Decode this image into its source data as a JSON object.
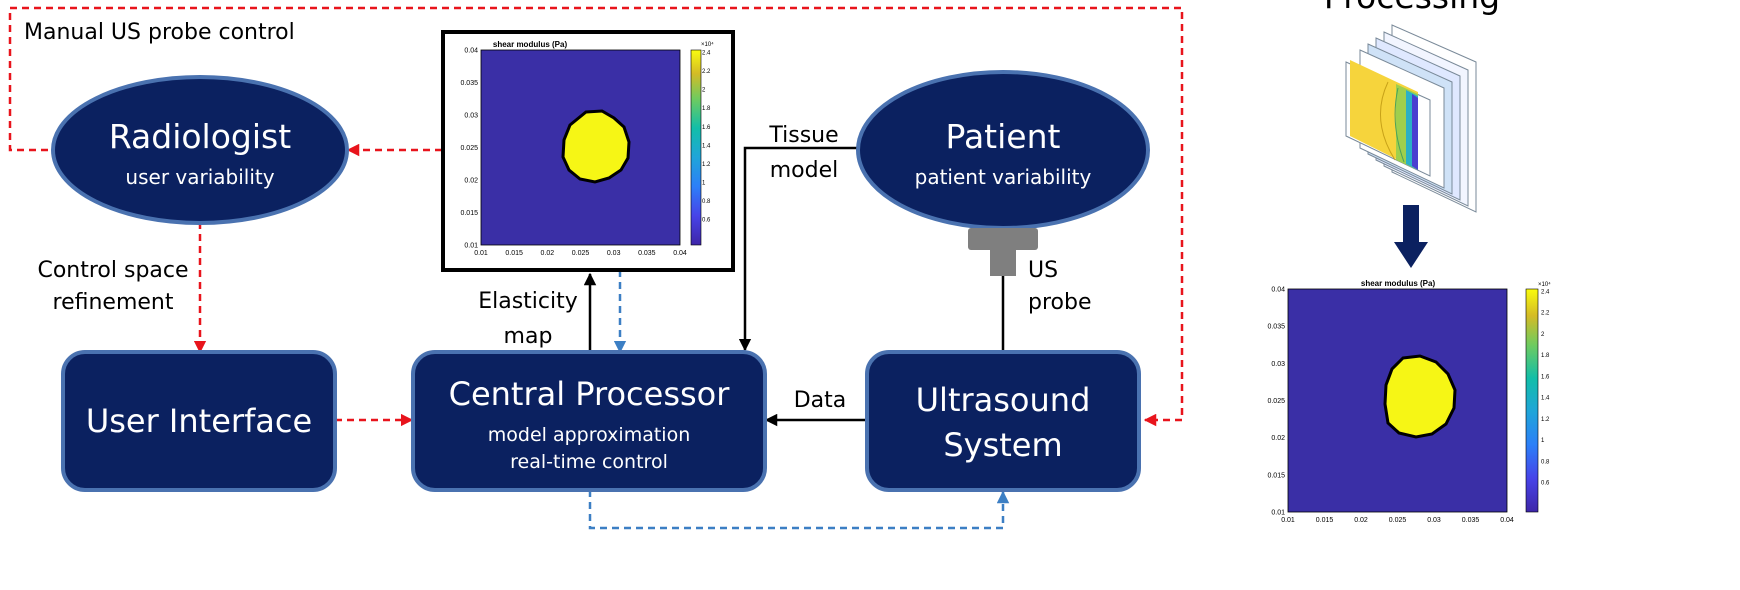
{
  "top_right_label": "Processing",
  "labels": {
    "manual_control": "Manual US probe control",
    "control_space_1": "Control space",
    "control_space_2": "refinement",
    "elasticity_1": "Elasticity",
    "elasticity_2": "map",
    "tissue_1": "Tissue",
    "tissue_2": "model",
    "data": "Data",
    "us_1": "US",
    "us_2": "probe"
  },
  "nodes": {
    "radiologist": {
      "title": "Radiologist",
      "subtitle": "user variability"
    },
    "patient": {
      "title": "Patient",
      "subtitle": "patient variability"
    },
    "user_interface": {
      "title": "User Interface"
    },
    "central_processor": {
      "title": "Central Processor",
      "line1": "model approximation",
      "line2": "real-time control"
    },
    "ultrasound": {
      "title_1": "Ultrasound",
      "title_2": "System"
    }
  },
  "colors": {
    "node_fill": "#0b2160",
    "node_stroke": "#4a72b0",
    "red_dashed": "#e8141c",
    "blue_dashed": "#3c7fc4",
    "plot_bg": "#3a2fa6",
    "inclusion": "#f6f615",
    "probe_gray": "#7f7f7f"
  },
  "chart_data": [
    {
      "type": "heatmap",
      "title": "shear modulus (Pa)",
      "x_ticks": [
        "0.01",
        "0.015",
        "0.02",
        "0.025",
        "0.03",
        "0.035",
        "0.04"
      ],
      "y_ticks": [
        "0.04",
        "0.035",
        "0.03",
        "0.025",
        "0.02",
        "0.015",
        "0.01"
      ],
      "colorbar_exponent": "×10⁴",
      "colorbar_ticks": [
        "2.4",
        "2.2",
        "2",
        "1.8",
        "1.6",
        "1.4",
        "1.2",
        "1",
        "0.8",
        "0.6"
      ]
    },
    {
      "type": "heatmap",
      "title": "shear modulus (Pa)",
      "x_ticks": [
        "0.01",
        "0.015",
        "0.02",
        "0.025",
        "0.03",
        "0.035",
        "0.04"
      ],
      "y_ticks": [
        "0.04",
        "0.035",
        "0.03",
        "0.025",
        "0.02",
        "0.015",
        "0.01"
      ],
      "colorbar_exponent": "×10⁴",
      "colorbar_ticks": [
        "2.4",
        "2.2",
        "2",
        "1.8",
        "1.6",
        "1.4",
        "1.2",
        "1",
        "0.8",
        "0.6"
      ]
    }
  ]
}
